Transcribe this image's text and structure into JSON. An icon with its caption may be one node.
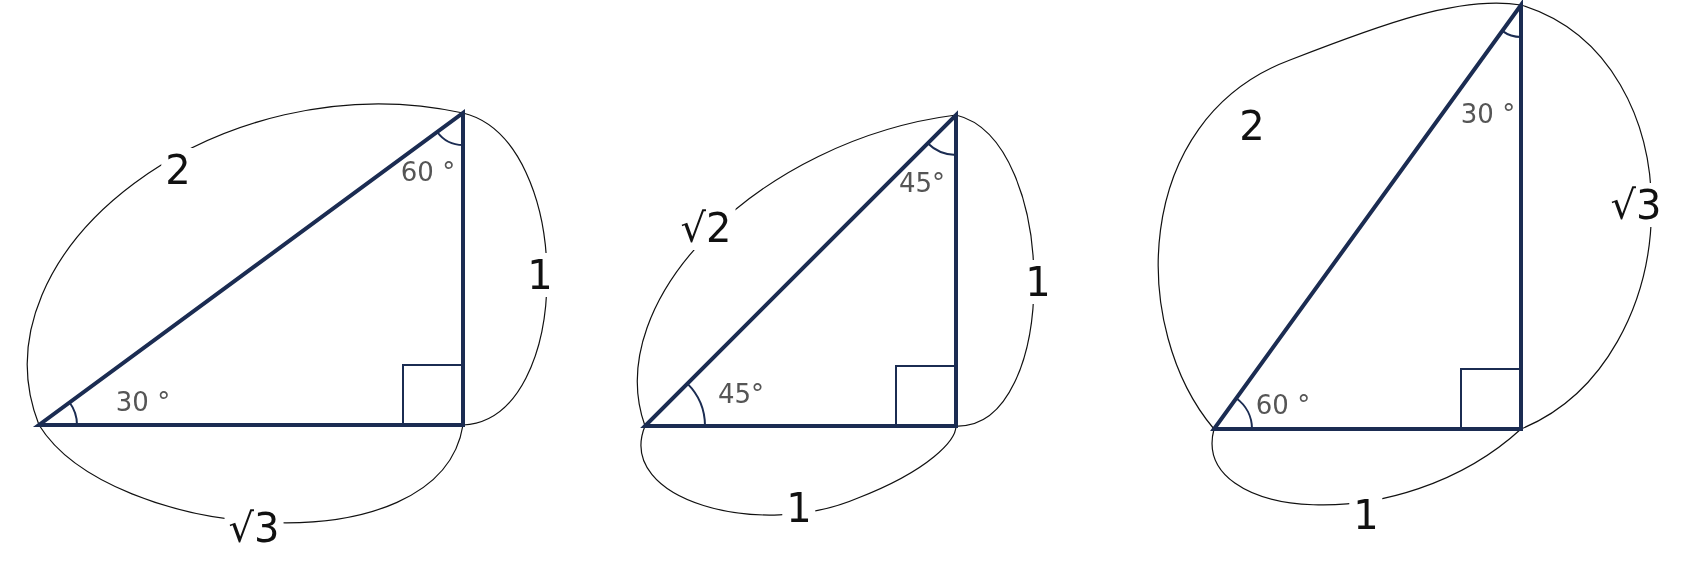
{
  "diagram": {
    "labels": [
      "2",
      "60 °",
      "1",
      "30 °",
      "√3",
      "√2",
      "45°",
      "1",
      "45°",
      "1",
      "2",
      "30 °",
      "√3",
      "60 °",
      "1"
    ]
  }
}
